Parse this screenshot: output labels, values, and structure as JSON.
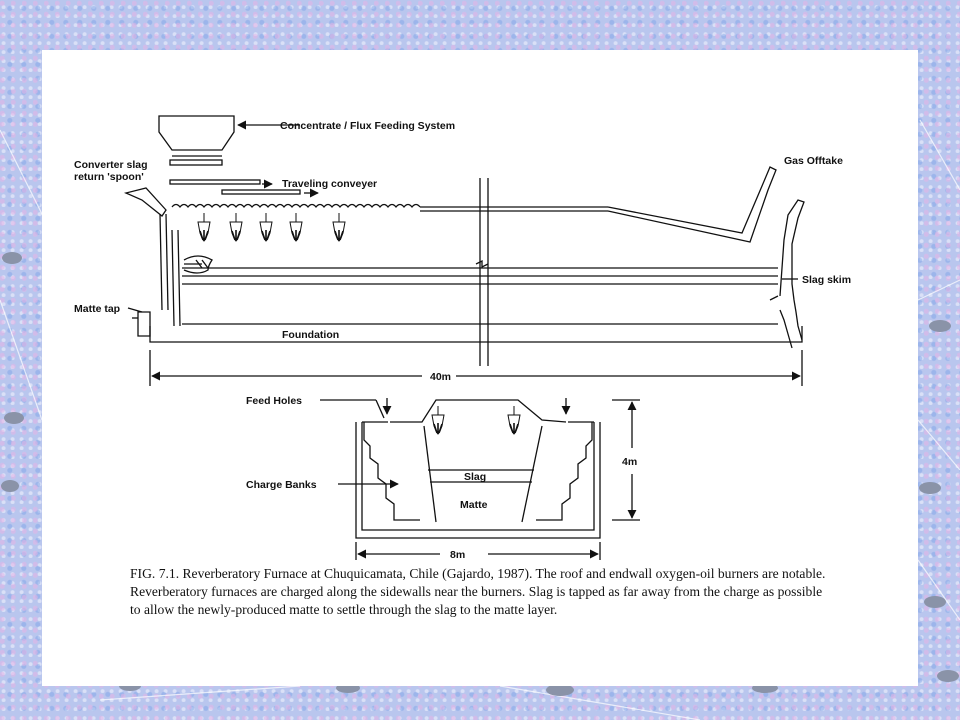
{
  "labels": {
    "concentrate_feed": "Concentrate / Flux Feeding System",
    "converter_slag_line1": "Converter slag",
    "converter_slag_line2": "return 'spoon'",
    "traveling_conveyer": "Traveling conveyer",
    "gas_offtake": "Gas Offtake",
    "slag_skim": "Slag skim",
    "matte_tap": "Matte tap",
    "foundation": "Foundation",
    "length_40m": "40m",
    "feed_holes": "Feed Holes",
    "charge_banks": "Charge Banks",
    "slag": "Slag",
    "matte": "Matte",
    "height_4m": "4m",
    "width_8m": "8m"
  },
  "caption": "FIG. 7.1. Reverberatory Furnace at Chuquicamata, Chile (Gajardo, 1987). The roof and endwall oxygen-oil burners are notable. Reverberatory furnaces are charged along the sidewalls near the burners. Slag is tapped as far away from the charge as possible to allow the newly-produced matte to settle through the slag to the matte layer.",
  "colors": {
    "background": "#b9c6ee",
    "slide": "#ffffff",
    "ink": "#111111"
  }
}
